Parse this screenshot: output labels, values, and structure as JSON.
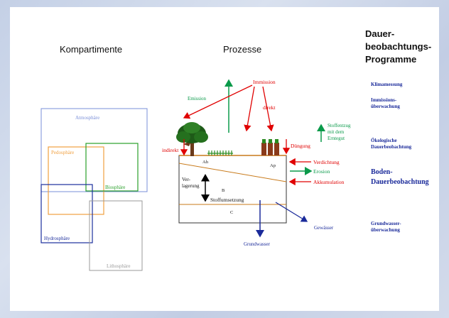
{
  "headings": {
    "compartments": "Kompartimente",
    "processes": "Prozesse",
    "programs": [
      "Dauer-",
      "beobachtungs-",
      "Programme"
    ]
  },
  "compartments": {
    "atmosphere": "Atmosphäre",
    "pedosphere": "Pedosphäre",
    "biosphere": "Biosphäre",
    "hydrosphere": "Hydrosphäre",
    "lithosphere": "Lithosphäre"
  },
  "processes": {
    "emission": "Emission",
    "immission": "Immission",
    "direct": "direkt",
    "indirect": "indirekt",
    "fertilization": "Düngung",
    "compaction": "Verdichtung",
    "erosion": "Erosion",
    "accumulation": "Akkumulation",
    "removal": [
      "Stoffentzug",
      "mit dem",
      "Erntegut"
    ],
    "relocation": [
      "Ver-",
      "lagerung"
    ],
    "conversion": "Stoffumsetzung",
    "water_body": "Gewässer",
    "groundwater": "Grundwasser",
    "horizon_ah": "Ah",
    "horizon_ap": "Ap",
    "horizon_b": "B",
    "horizon_c": "C"
  },
  "programs": {
    "climate": "Klimamessung",
    "immission": [
      "Immissions-",
      "überwachung"
    ],
    "ecological": [
      "Ökologische",
      "Dauerbeobachtung"
    ],
    "soil": [
      "Boden-",
      "Dauerbeobachtung"
    ],
    "groundwater": [
      "Grundwasser-",
      "überwachung"
    ]
  },
  "colors": {
    "atmosphere": "#7a8fd8",
    "pedosphere": "#f0a040",
    "biosphere": "#2aa02a",
    "hydrosphere": "#1c2e9c",
    "lithosphere": "#9a9a9a",
    "red": "#e00000",
    "green": "#0a9a4a",
    "navy": "#1a2a9a",
    "brown": "#c87a1a"
  }
}
